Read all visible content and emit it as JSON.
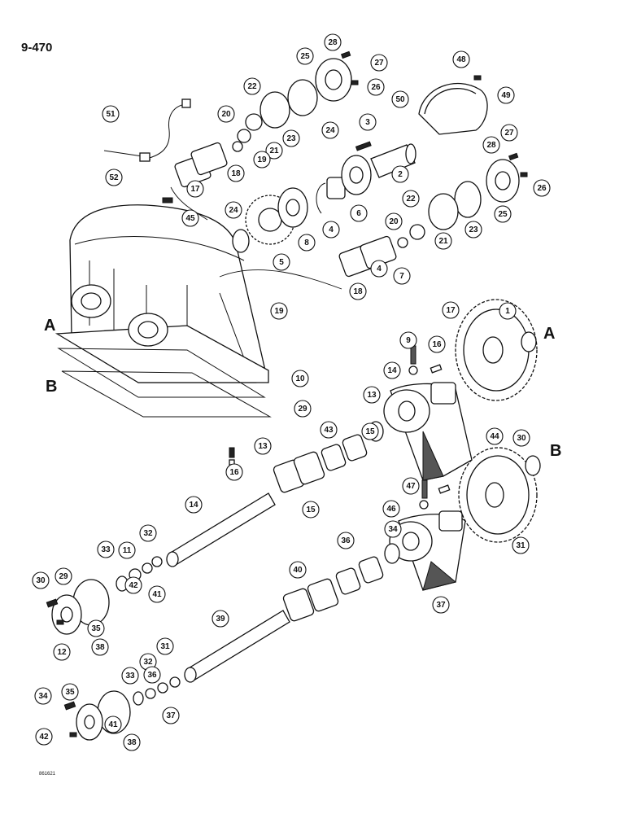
{
  "page": {
    "number": "9-470",
    "figure_code": "861621"
  },
  "refs": [
    {
      "id": "ref-A-left",
      "label": "A"
    },
    {
      "id": "ref-B-left",
      "label": "B"
    },
    {
      "id": "ref-A-right",
      "label": "A"
    },
    {
      "id": "ref-B-right",
      "label": "B"
    }
  ],
  "callouts": [
    "28",
    "27",
    "25",
    "26",
    "48",
    "49",
    "50",
    "22",
    "24",
    "23",
    "20",
    "21",
    "51",
    "3",
    "19",
    "18",
    "27",
    "28",
    "17",
    "2",
    "26",
    "52",
    "22",
    "25",
    "45",
    "20",
    "21",
    "23",
    "24",
    "8",
    "4",
    "6",
    "5",
    "4",
    "7",
    "18",
    "19",
    "17",
    "1",
    "9",
    "16",
    "14",
    "13",
    "15",
    "10",
    "29",
    "43",
    "44",
    "30",
    "13",
    "16",
    "47",
    "46",
    "14",
    "15",
    "32",
    "31",
    "11",
    "33",
    "34",
    "36",
    "29",
    "30",
    "42",
    "41",
    "37",
    "35",
    "12",
    "38",
    "40",
    "39",
    "31",
    "32",
    "33",
    "36",
    "37",
    "34",
    "35",
    "41",
    "42",
    "38",
    "40",
    "39"
  ]
}
